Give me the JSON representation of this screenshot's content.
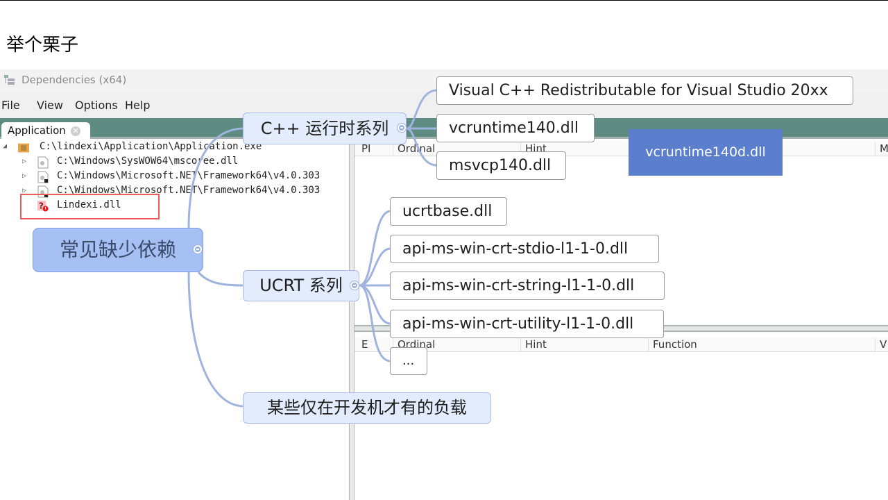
{
  "slide": {
    "title": "举个栗子"
  },
  "app": {
    "window_title": "Dependencies (x64)",
    "menu": [
      "File",
      "View",
      "Options",
      "Help"
    ],
    "tab": {
      "label": "Application",
      "close_icon": "close-circle-icon"
    },
    "tree": [
      {
        "label": "C:\\lindexi\\Application\\Application.exe",
        "icon": "exe-icon",
        "expanded": true
      },
      {
        "label": "C:\\Windows\\SysWOW64\\mscoree.dll",
        "icon": "dll-icon"
      },
      {
        "label": "C:\\Windows\\Microsoft.NET\\Framework64\\v4.0.303",
        "icon": "dll-icon"
      },
      {
        "label": "C:\\Windows\\Microsoft.NET\\Framework64\\v4.0.303",
        "icon": "dll-icon"
      },
      {
        "label": "Lindexi.dll",
        "icon": "missing-dll-icon",
        "missing": true
      }
    ],
    "imports_columns": [
      "PI",
      "Ordinal",
      "Hint",
      "M"
    ],
    "exports_columns": [
      "E",
      "Ordinal",
      "Hint",
      "Function",
      "V"
    ]
  },
  "mindmap": {
    "root": "常见缺少依赖",
    "branches": [
      {
        "label": "C++ 运行时系列",
        "children": [
          "Visual C++ Redistributable for Visual Studio 20xx",
          "vcruntime140.dll",
          "msvcp140.dll"
        ]
      },
      {
        "label": "UCRT 系列",
        "children": [
          "ucrtbase.dll",
          "api-ms-win-crt-stdio-l1-1-0.dll",
          "api-ms-win-crt-string-l1-1-0.dll",
          "api-ms-win-crt-utility-l1-1-0.dll",
          "..."
        ]
      },
      {
        "label": "某些仅在开发机才有的负载",
        "children": []
      }
    ],
    "callout": "vcruntime140d.dll",
    "colors": {
      "connector": "#9fb3de",
      "root_fill": "#a7c0f3",
      "branch_fill": "#e3ecfd",
      "callout_fill": "#5b7fcc",
      "highlight": "#ea5c5c",
      "tab_strip": "#5e8c82"
    }
  }
}
